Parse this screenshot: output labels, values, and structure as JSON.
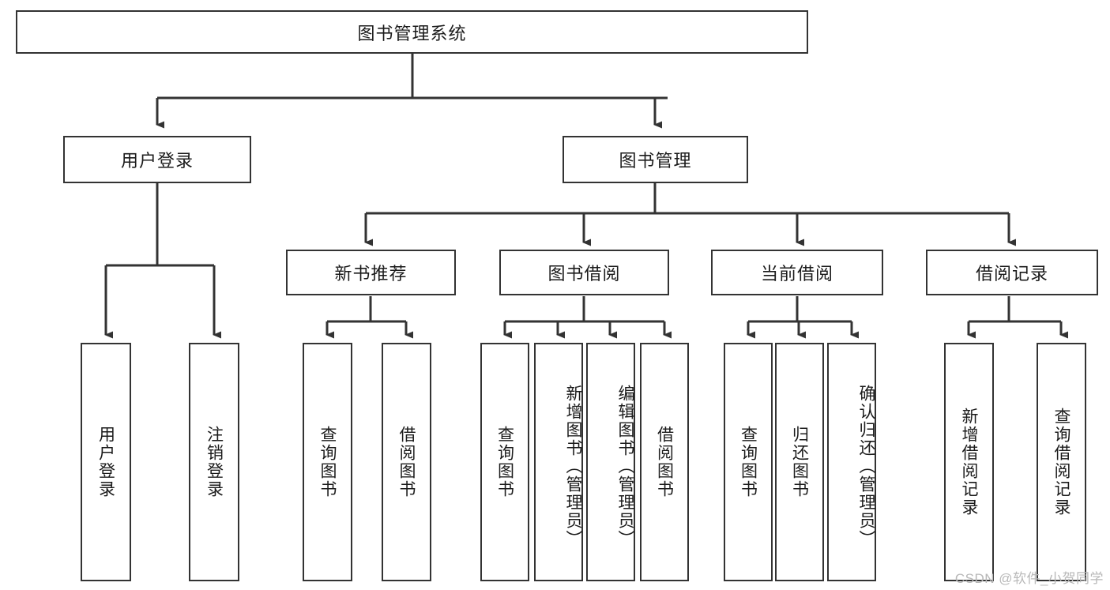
{
  "diagram": {
    "type": "tree",
    "title_node": {
      "id": "root",
      "label": "图书管理系统"
    },
    "level1": [
      {
        "id": "user-login",
        "label": "用户登录"
      },
      {
        "id": "book-management",
        "label": "图书管理"
      }
    ],
    "level2": [
      {
        "id": "new-book-recommend",
        "label": "新书推荐",
        "parent": "book-management"
      },
      {
        "id": "book-borrow",
        "label": "图书借阅",
        "parent": "book-management"
      },
      {
        "id": "current-borrow",
        "label": "当前借阅",
        "parent": "book-management"
      },
      {
        "id": "borrow-record",
        "label": "借阅记录",
        "parent": "book-management"
      }
    ],
    "leaves": {
      "user-login": [
        {
          "id": "leaf-user-login",
          "label": "用户登录"
        },
        {
          "id": "leaf-user-logout",
          "label": "注销登录"
        }
      ],
      "new-book-recommend": [
        {
          "id": "leaf-query-book-1",
          "label": "查询图书"
        },
        {
          "id": "leaf-borrow-book-1",
          "label": "借阅图书"
        }
      ],
      "book-borrow": [
        {
          "id": "leaf-query-book-2",
          "label": "查询图书"
        },
        {
          "id": "leaf-add-book",
          "label": "新增图书（管理员）"
        },
        {
          "id": "leaf-edit-book",
          "label": "编辑图书（管理员）"
        },
        {
          "id": "leaf-borrow-book-2",
          "label": "借阅图书"
        }
      ],
      "current-borrow": [
        {
          "id": "leaf-query-book-3",
          "label": "查询图书"
        },
        {
          "id": "leaf-return-book",
          "label": "归还图书"
        },
        {
          "id": "leaf-confirm-return",
          "label": "确认归还（管理员）"
        }
      ],
      "borrow-record": [
        {
          "id": "leaf-add-record",
          "label": "新增借阅记录"
        },
        {
          "id": "leaf-query-record",
          "label": "查询借阅记录"
        }
      ]
    },
    "colors": {
      "stroke": "#333333",
      "fill": "#ffffff",
      "text": "#1b1b1b",
      "watermark": "#b8b8b8"
    }
  },
  "watermark": {
    "text": "CSDN @软件_小贺同学"
  }
}
